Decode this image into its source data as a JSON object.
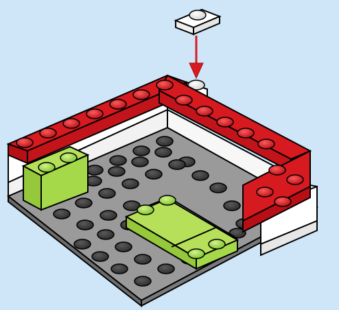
{
  "scene": {
    "type": "lego-build-instruction-step",
    "background": "#cfe6f8",
    "colors": {
      "baseplate_top": "#8e8e8e",
      "baseplate_side": "#6b6b6b",
      "stud": "#333333",
      "red": "#d71920",
      "white": "#f6f6f6",
      "lime": "#a6d94a",
      "arrow": "#d71920"
    },
    "elements": [
      {
        "name": "gray-baseplate"
      },
      {
        "name": "red-wall-bricks"
      },
      {
        "name": "white-wall-bricks"
      },
      {
        "name": "lime-brick-left"
      },
      {
        "name": "lime-plates-center"
      },
      {
        "name": "white-1x1-part"
      },
      {
        "name": "placement-arrow"
      }
    ]
  }
}
